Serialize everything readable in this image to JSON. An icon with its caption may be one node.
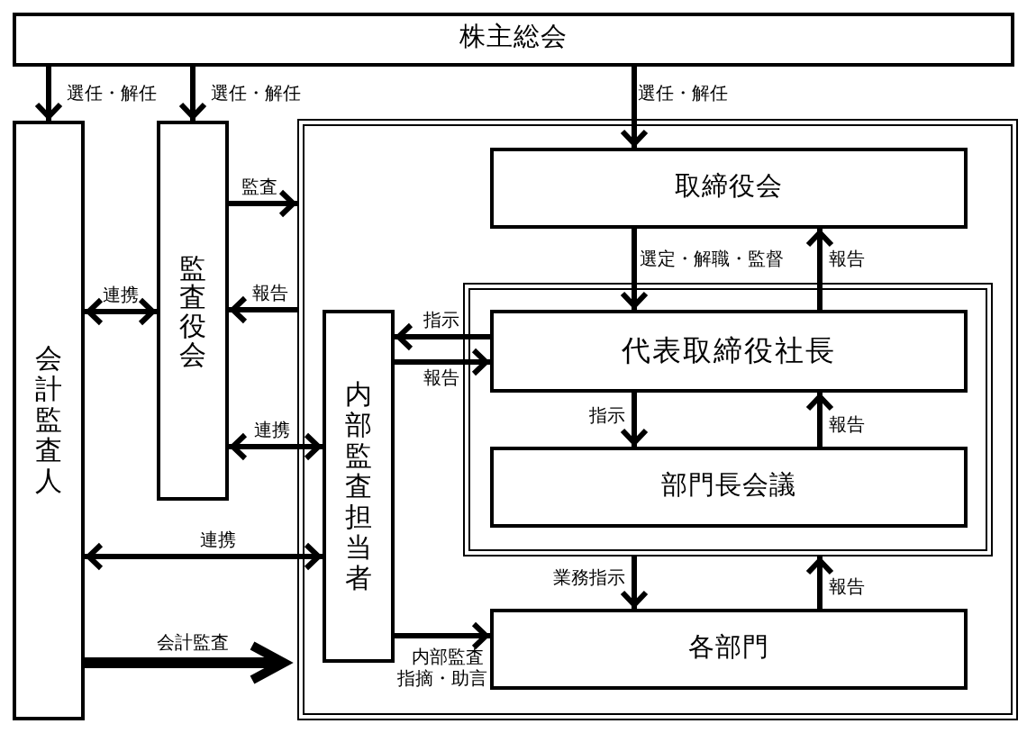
{
  "diagram": {
    "nodes": [
      {
        "text": [
          "株主総会"
        ]
      },
      {
        "text": [
          "会計監査人"
        ]
      },
      {
        "text": [
          "監査役会"
        ]
      },
      {
        "text": [],
        "shape": "box"
      },
      {
        "text": [
          "取締役会"
        ],
        "in": 3
      },
      {
        "text": [
          "内部監査担当者"
        ],
        "in": 3
      },
      {
        "text": [],
        "shape": "box",
        "in": 3
      },
      {
        "text": [
          "代表取締役社長"
        ],
        "in": 6
      },
      {
        "text": [
          "部門長会議"
        ],
        "in": 6
      },
      {
        "text": [
          "各部門"
        ],
        "in": 3
      }
    ],
    "edges": [
      {
        "from": 0,
        "to": 1,
        "arrow": "to",
        "label": "選任・解任"
      },
      {
        "from": 0,
        "to": 2,
        "arrow": "to",
        "label": "選任・解任"
      },
      {
        "from": 0,
        "to": 4,
        "arrow": "to",
        "label": "選任・解任"
      },
      {
        "from": 2,
        "to": 3,
        "arrow": "to",
        "label": "監査"
      },
      {
        "from": 3,
        "to": 2,
        "arrow": "to",
        "label": "報告"
      },
      {
        "from": 1,
        "to": 2,
        "arrow": "both",
        "label": "連携"
      },
      {
        "from": 7,
        "to": 5,
        "arrow": "to",
        "label": "指示"
      },
      {
        "from": 5,
        "to": 7,
        "arrow": "to",
        "label": "報告"
      },
      {
        "from": 2,
        "to": 5,
        "arrow": "both",
        "label": "連携"
      },
      {
        "from": 1,
        "to": 5,
        "arrow": "both",
        "label": "連携"
      },
      {
        "from": 1,
        "to": 3,
        "arrow": "to",
        "label": "会計監査",
        "style": "thick"
      },
      {
        "from": 5,
        "to": 9,
        "arrow": "to",
        "label": "内部監査指摘・助言"
      },
      {
        "from": 4,
        "to": 7,
        "arrow": "to",
        "label": "選定・解職・監督"
      },
      {
        "from": 7,
        "to": 4,
        "arrow": "to",
        "label": "報告"
      },
      {
        "from": 7,
        "to": 8,
        "arrow": "to",
        "label": "指示"
      },
      {
        "from": 8,
        "to": 7,
        "arrow": "to",
        "label": "報告"
      },
      {
        "from": 6,
        "to": 9,
        "arrow": "to",
        "label": "業務指示"
      },
      {
        "from": 9,
        "to": 6,
        "arrow": "to",
        "label": "報告"
      }
    ]
  }
}
